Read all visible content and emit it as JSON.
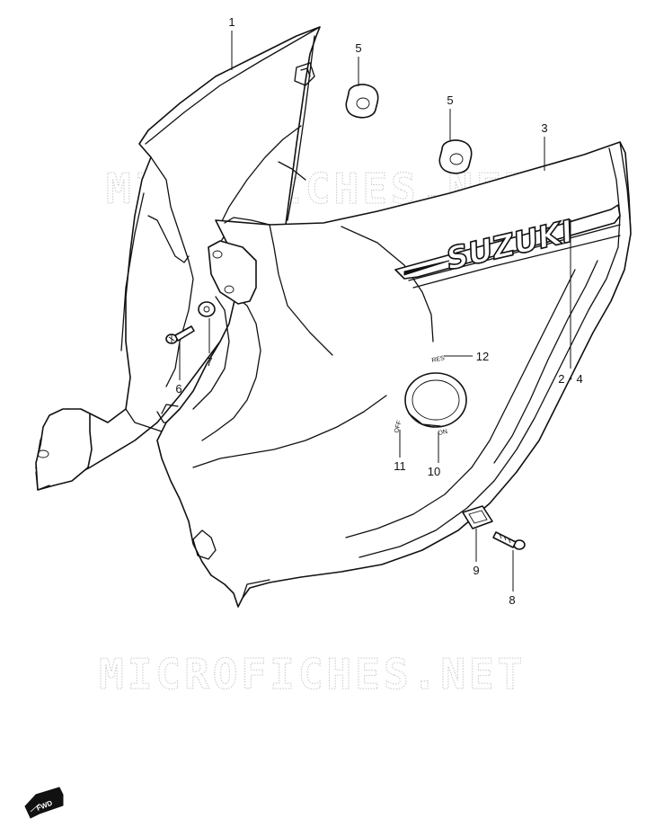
{
  "watermarks": [
    "MICROFICHES.NET",
    "MICROFICHES.NET"
  ],
  "brand_text": "SUZUKI",
  "cover_marks": {
    "reserve": "RES",
    "off": "OFF",
    "on": "ON"
  },
  "direction_badge": "FWD",
  "callouts": [
    {
      "id": "c1",
      "label": "1"
    },
    {
      "id": "c5a",
      "label": "5"
    },
    {
      "id": "c5b",
      "label": "5"
    },
    {
      "id": "c3",
      "label": "3"
    },
    {
      "id": "c24",
      "label": "2・4"
    },
    {
      "id": "c12",
      "label": "12"
    },
    {
      "id": "c7",
      "label": "7"
    },
    {
      "id": "c6",
      "label": "6"
    },
    {
      "id": "c11",
      "label": "11"
    },
    {
      "id": "c10",
      "label": "10"
    },
    {
      "id": "c9",
      "label": "9"
    },
    {
      "id": "c8",
      "label": "8"
    }
  ]
}
